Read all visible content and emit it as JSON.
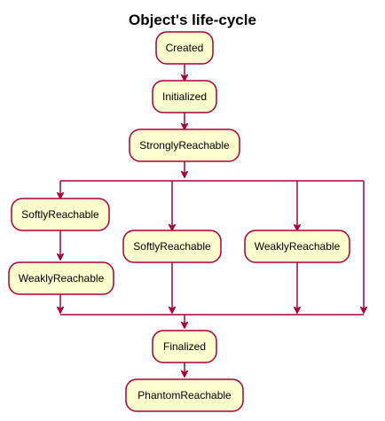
{
  "diagram": {
    "title": "Object's life-cycle",
    "colors": {
      "node_fill": "#FEFECE",
      "line": "#A80036",
      "text": "#000000",
      "background": "#FFFFFF"
    },
    "nodes": {
      "created": "Created",
      "initialized": "Initialized",
      "strongly_reachable": "StronglyReachable",
      "branch1_softly_reachable": "SoftlyReachable",
      "branch1_weakly_reachable": "WeaklyReachable",
      "branch2_softly_reachable": "SoftlyReachable",
      "branch3_weakly_reachable": "WeaklyReachable",
      "finalized": "Finalized",
      "phantom_reachable": "PhantomReachable"
    }
  }
}
